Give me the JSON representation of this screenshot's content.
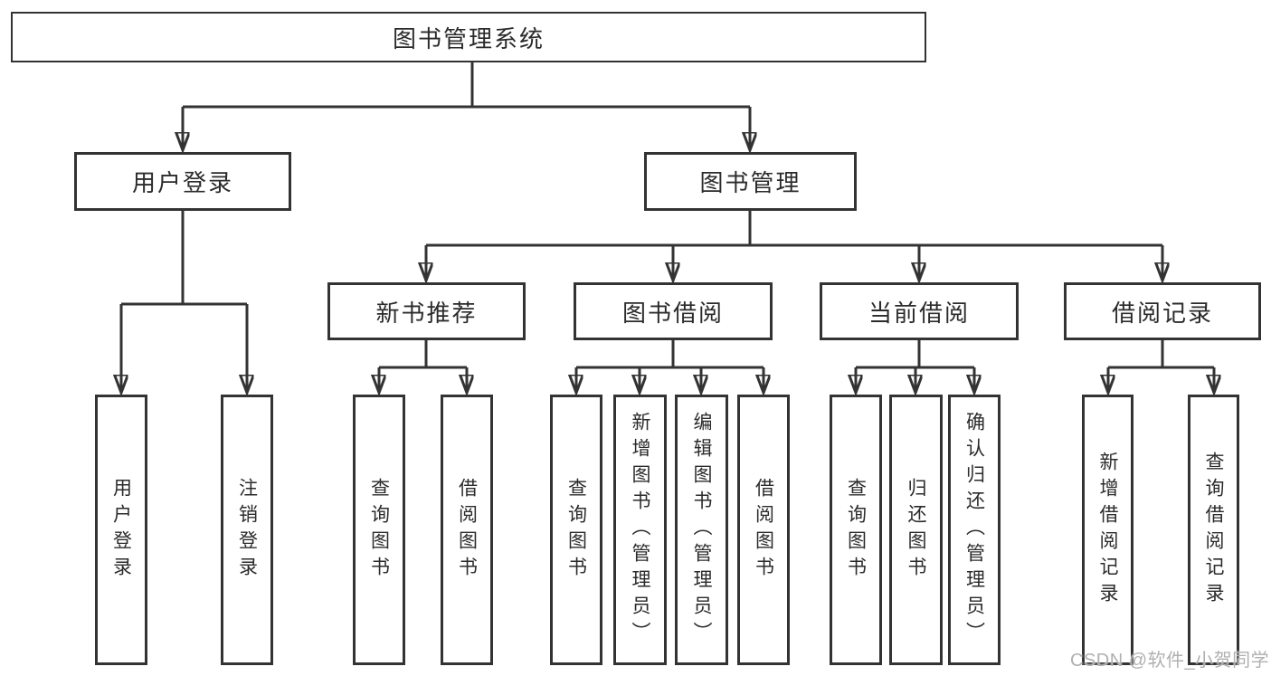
{
  "diagram": {
    "tree": {
      "label": "图书管理系统",
      "children": [
        {
          "label": "用户登录",
          "children": [
            {
              "label": "用户登录"
            },
            {
              "label": "注销登录"
            }
          ]
        },
        {
          "label": "图书管理",
          "children": [
            {
              "label": "新书推荐",
              "children": [
                {
                  "label": "查询图书"
                },
                {
                  "label": "借阅图书"
                }
              ]
            },
            {
              "label": "图书借阅",
              "children": [
                {
                  "label": "查询图书"
                },
                {
                  "label": "新增图书（管理员）"
                },
                {
                  "label": "编辑图书（管理员）"
                },
                {
                  "label": "借阅图书"
                }
              ]
            },
            {
              "label": "当前借阅",
              "children": [
                {
                  "label": "查询图书"
                },
                {
                  "label": "归还图书"
                },
                {
                  "label": "确认归还（管理员）"
                }
              ]
            },
            {
              "label": "借阅记录",
              "children": [
                {
                  "label": "新增借阅记录"
                },
                {
                  "label": "查询借阅记录"
                }
              ]
            }
          ]
        }
      ]
    }
  },
  "watermark": {
    "text": "CSDN @软件_小贺同学"
  },
  "colors": {
    "line": "#333333",
    "text": "#2b2b2b",
    "watermark": "#b0b0b0",
    "background": "#ffffff"
  }
}
